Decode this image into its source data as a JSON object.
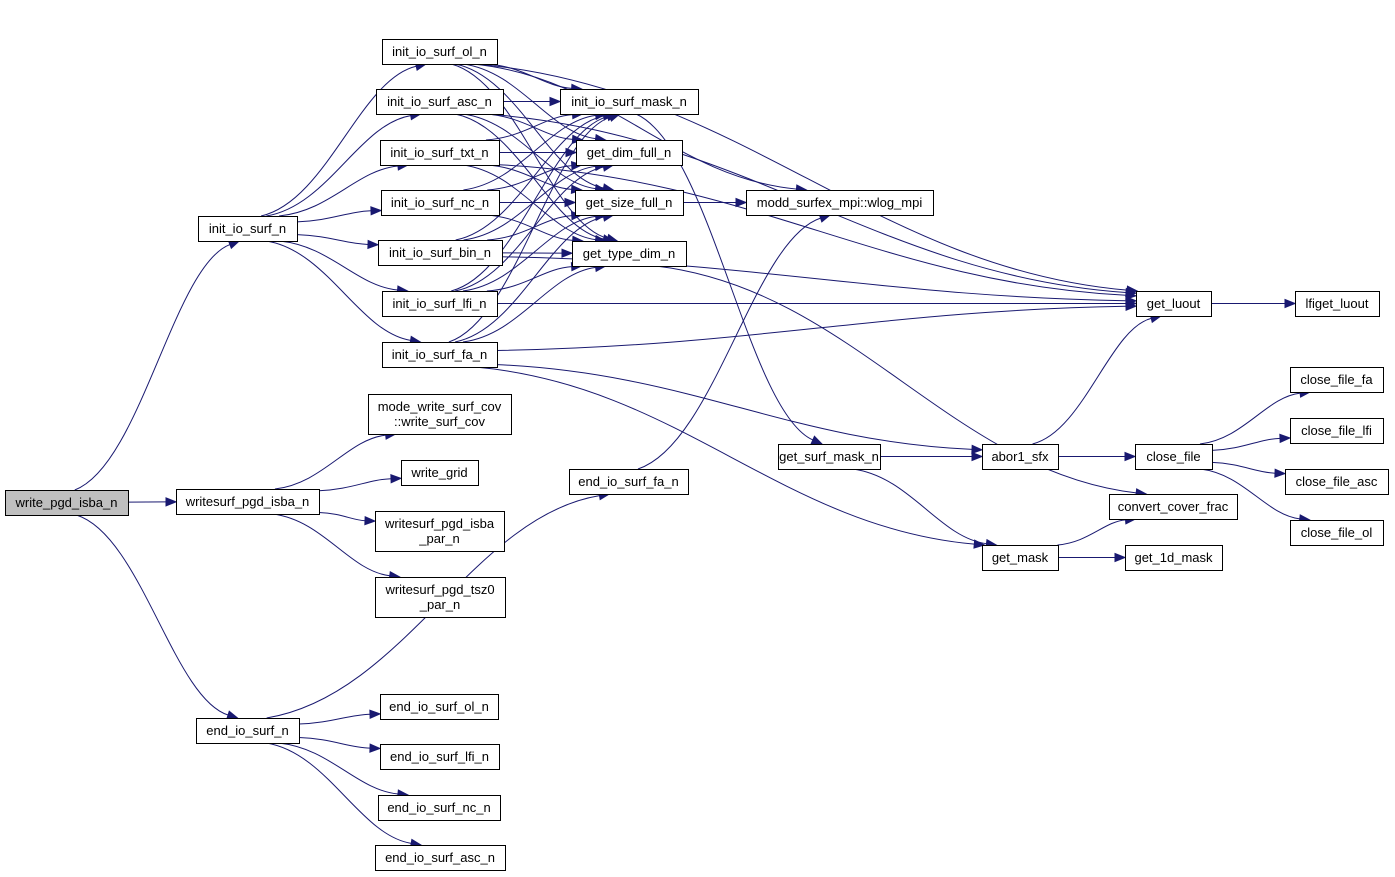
{
  "title": "write_pgd_isba_n call graph",
  "colors": {
    "edge": "#191970",
    "root_fill": "#bfbfbf",
    "node_fill": "#ffffff",
    "node_stroke": "#000000"
  },
  "nodes": [
    {
      "id": "write_pgd_isba_n",
      "label": [
        "write_pgd_isba_n"
      ],
      "root": true
    },
    {
      "id": "init_io_surf_n",
      "label": [
        "init_io_surf_n"
      ]
    },
    {
      "id": "writesurf_pgd_isba_n",
      "label": [
        "writesurf_pgd_isba_n"
      ]
    },
    {
      "id": "end_io_surf_n",
      "label": [
        "end_io_surf_n"
      ]
    },
    {
      "id": "init_io_surf_ol_n",
      "label": [
        "init_io_surf_ol_n"
      ]
    },
    {
      "id": "init_io_surf_asc_n",
      "label": [
        "init_io_surf_asc_n"
      ]
    },
    {
      "id": "init_io_surf_txt_n",
      "label": [
        "init_io_surf_txt_n"
      ]
    },
    {
      "id": "init_io_surf_nc_n",
      "label": [
        "init_io_surf_nc_n"
      ]
    },
    {
      "id": "init_io_surf_bin_n",
      "label": [
        "init_io_surf_bin_n"
      ]
    },
    {
      "id": "init_io_surf_lfi_n",
      "label": [
        "init_io_surf_lfi_n"
      ]
    },
    {
      "id": "init_io_surf_fa_n",
      "label": [
        "init_io_surf_fa_n"
      ]
    },
    {
      "id": "write_surf_cov",
      "label": [
        "mode_write_surf_cov",
        "::write_surf_cov"
      ]
    },
    {
      "id": "write_grid",
      "label": [
        "write_grid"
      ]
    },
    {
      "id": "writesurf_pgd_isba_par_n",
      "label": [
        "writesurf_pgd_isba",
        "_par_n"
      ]
    },
    {
      "id": "writesurf_pgd_tsz0_par_n",
      "label": [
        "writesurf_pgd_tsz0",
        "_par_n"
      ]
    },
    {
      "id": "end_io_surf_ol_n",
      "label": [
        "end_io_surf_ol_n"
      ]
    },
    {
      "id": "end_io_surf_lfi_n",
      "label": [
        "end_io_surf_lfi_n"
      ]
    },
    {
      "id": "end_io_surf_nc_n",
      "label": [
        "end_io_surf_nc_n"
      ]
    },
    {
      "id": "end_io_surf_asc_n",
      "label": [
        "end_io_surf_asc_n"
      ]
    },
    {
      "id": "init_io_surf_mask_n",
      "label": [
        "init_io_surf_mask_n"
      ]
    },
    {
      "id": "get_dim_full_n",
      "label": [
        "get_dim_full_n"
      ]
    },
    {
      "id": "get_size_full_n",
      "label": [
        "get_size_full_n"
      ]
    },
    {
      "id": "get_type_dim_n",
      "label": [
        "get_type_dim_n"
      ]
    },
    {
      "id": "end_io_surf_fa_n",
      "label": [
        "end_io_surf_fa_n"
      ]
    },
    {
      "id": "wlog_mpi",
      "label": [
        "modd_surfex_mpi::wlog_mpi"
      ]
    },
    {
      "id": "get_surf_mask_n",
      "label": [
        "get_surf_mask_n"
      ]
    },
    {
      "id": "get_luout",
      "label": [
        "get_luout"
      ]
    },
    {
      "id": "lfiget_luout",
      "label": [
        "lfiget_luout"
      ]
    },
    {
      "id": "abor1_sfx",
      "label": [
        "abor1_sfx"
      ]
    },
    {
      "id": "get_mask",
      "label": [
        "get_mask"
      ]
    },
    {
      "id": "close_file",
      "label": [
        "close_file"
      ]
    },
    {
      "id": "convert_cover_frac",
      "label": [
        "convert_cover_frac"
      ]
    },
    {
      "id": "get_1d_mask",
      "label": [
        "get_1d_mask"
      ]
    },
    {
      "id": "close_file_fa",
      "label": [
        "close_file_fa"
      ]
    },
    {
      "id": "close_file_lfi",
      "label": [
        "close_file_lfi"
      ]
    },
    {
      "id": "close_file_asc",
      "label": [
        "close_file_asc"
      ]
    },
    {
      "id": "close_file_ol",
      "label": [
        "close_file_ol"
      ]
    }
  ],
  "edges": [
    [
      "write_pgd_isba_n",
      "init_io_surf_n"
    ],
    [
      "write_pgd_isba_n",
      "writesurf_pgd_isba_n"
    ],
    [
      "write_pgd_isba_n",
      "end_io_surf_n"
    ],
    [
      "init_io_surf_n",
      "init_io_surf_ol_n"
    ],
    [
      "init_io_surf_n",
      "init_io_surf_asc_n"
    ],
    [
      "init_io_surf_n",
      "init_io_surf_txt_n"
    ],
    [
      "init_io_surf_n",
      "init_io_surf_nc_n"
    ],
    [
      "init_io_surf_n",
      "init_io_surf_bin_n"
    ],
    [
      "init_io_surf_n",
      "init_io_surf_lfi_n"
    ],
    [
      "init_io_surf_n",
      "init_io_surf_fa_n"
    ],
    [
      "writesurf_pgd_isba_n",
      "write_surf_cov"
    ],
    [
      "writesurf_pgd_isba_n",
      "write_grid"
    ],
    [
      "writesurf_pgd_isba_n",
      "writesurf_pgd_isba_par_n"
    ],
    [
      "writesurf_pgd_isba_n",
      "writesurf_pgd_tsz0_par_n"
    ],
    [
      "end_io_surf_n",
      "end_io_surf_fa_n"
    ],
    [
      "end_io_surf_n",
      "end_io_surf_ol_n"
    ],
    [
      "end_io_surf_n",
      "end_io_surf_lfi_n"
    ],
    [
      "end_io_surf_n",
      "end_io_surf_nc_n"
    ],
    [
      "end_io_surf_n",
      "end_io_surf_asc_n"
    ],
    [
      "init_io_surf_ol_n",
      "init_io_surf_mask_n"
    ],
    [
      "init_io_surf_ol_n",
      "get_dim_full_n"
    ],
    [
      "init_io_surf_ol_n",
      "get_size_full_n"
    ],
    [
      "init_io_surf_ol_n",
      "get_type_dim_n"
    ],
    [
      "init_io_surf_ol_n",
      "wlog_mpi"
    ],
    [
      "init_io_surf_ol_n",
      "get_luout"
    ],
    [
      "init_io_surf_asc_n",
      "init_io_surf_mask_n"
    ],
    [
      "init_io_surf_asc_n",
      "get_dim_full_n"
    ],
    [
      "init_io_surf_asc_n",
      "get_size_full_n"
    ],
    [
      "init_io_surf_asc_n",
      "get_type_dim_n"
    ],
    [
      "init_io_surf_asc_n",
      "get_luout"
    ],
    [
      "init_io_surf_txt_n",
      "init_io_surf_mask_n"
    ],
    [
      "init_io_surf_txt_n",
      "get_dim_full_n"
    ],
    [
      "init_io_surf_txt_n",
      "get_size_full_n"
    ],
    [
      "init_io_surf_txt_n",
      "get_type_dim_n"
    ],
    [
      "init_io_surf_txt_n",
      "get_luout"
    ],
    [
      "init_io_surf_nc_n",
      "init_io_surf_mask_n"
    ],
    [
      "init_io_surf_nc_n",
      "get_dim_full_n"
    ],
    [
      "init_io_surf_nc_n",
      "get_size_full_n"
    ],
    [
      "init_io_surf_nc_n",
      "get_type_dim_n"
    ],
    [
      "init_io_surf_bin_n",
      "init_io_surf_mask_n"
    ],
    [
      "init_io_surf_bin_n",
      "get_dim_full_n"
    ],
    [
      "init_io_surf_bin_n",
      "get_size_full_n"
    ],
    [
      "init_io_surf_bin_n",
      "get_type_dim_n"
    ],
    [
      "init_io_surf_bin_n",
      "get_luout"
    ],
    [
      "init_io_surf_lfi_n",
      "init_io_surf_mask_n"
    ],
    [
      "init_io_surf_lfi_n",
      "get_dim_full_n"
    ],
    [
      "init_io_surf_lfi_n",
      "get_size_full_n"
    ],
    [
      "init_io_surf_lfi_n",
      "get_type_dim_n"
    ],
    [
      "init_io_surf_lfi_n",
      "get_luout"
    ],
    [
      "init_io_surf_fa_n",
      "init_io_surf_mask_n"
    ],
    [
      "init_io_surf_fa_n",
      "get_size_full_n"
    ],
    [
      "init_io_surf_fa_n",
      "get_type_dim_n"
    ],
    [
      "init_io_surf_fa_n",
      "get_luout"
    ],
    [
      "init_io_surf_fa_n",
      "abor1_sfx"
    ],
    [
      "init_io_surf_fa_n",
      "get_mask"
    ],
    [
      "init_io_surf_mask_n",
      "get_surf_mask_n"
    ],
    [
      "get_size_full_n",
      "wlog_mpi"
    ],
    [
      "get_type_dim_n",
      "convert_cover_frac"
    ],
    [
      "end_io_surf_fa_n",
      "wlog_mpi"
    ],
    [
      "get_surf_mask_n",
      "abor1_sfx"
    ],
    [
      "get_surf_mask_n",
      "get_mask"
    ],
    [
      "get_luout",
      "lfiget_luout"
    ],
    [
      "abor1_sfx",
      "get_luout"
    ],
    [
      "abor1_sfx",
      "close_file"
    ],
    [
      "get_mask",
      "convert_cover_frac"
    ],
    [
      "get_mask",
      "get_1d_mask"
    ],
    [
      "close_file",
      "close_file_fa"
    ],
    [
      "close_file",
      "close_file_lfi"
    ],
    [
      "close_file",
      "close_file_asc"
    ],
    [
      "close_file",
      "close_file_ol"
    ]
  ]
}
